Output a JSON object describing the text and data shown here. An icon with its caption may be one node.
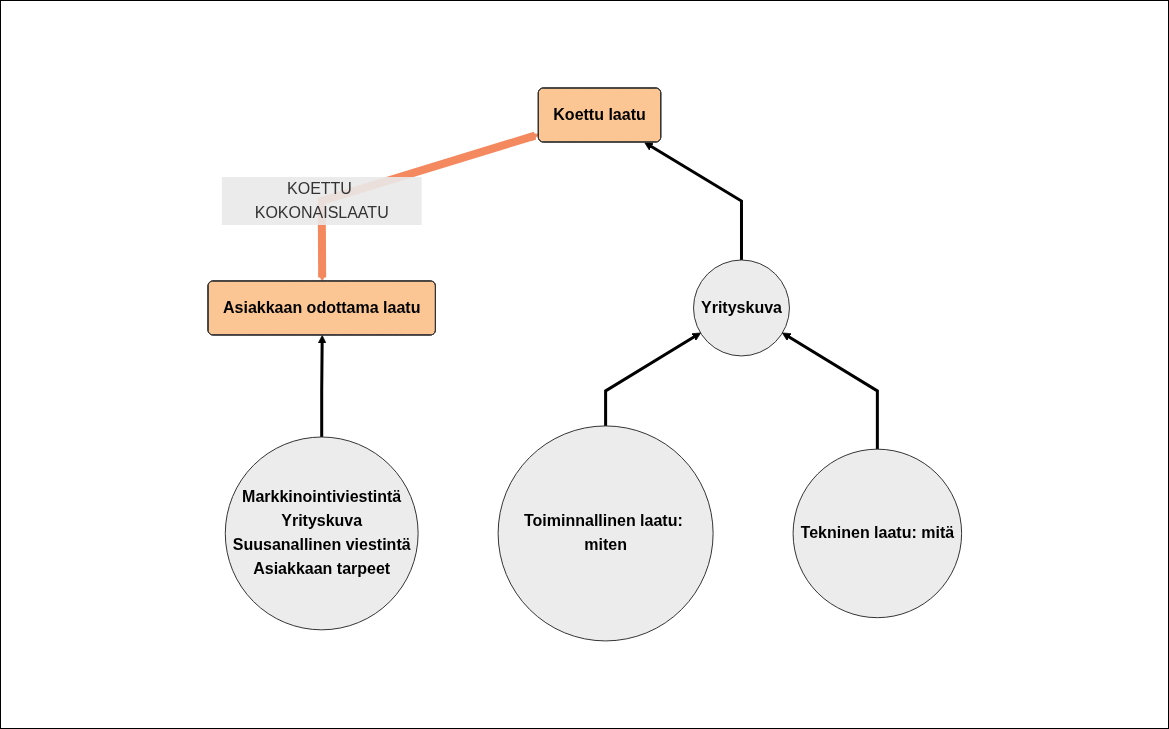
{
  "diagram": {
    "nodes": [
      {
        "text": [
          "Asiakkaan odottama laatu"
        ]
      },
      {
        "text": [
          "Koettu laatu"
        ]
      },
      {
        "text": [
          "Yrityskuva"
        ]
      },
      {
        "text": [
          "Markkinointiviestintä",
          "Yrityskuva",
          "Suusanallinen viestintä",
          "Asiakkaan tarpeet"
        ]
      },
      {
        "text": [
          "Toiminnallinen laatu: miten"
        ]
      },
      {
        "text": [
          "Tekninen laatu: mitä"
        ]
      }
    ],
    "edges": [
      {
        "from": 0,
        "to": 1,
        "arrow": "both",
        "label": "KOETTU KOKONAISLAATU",
        "style": "thick",
        "color": "#f4895f"
      },
      {
        "from": 3,
        "to": 0,
        "arrow": "to"
      },
      {
        "from": 2,
        "to": 1,
        "arrow": "to"
      },
      {
        "from": 4,
        "to": 2,
        "arrow": "to"
      },
      {
        "from": 5,
        "to": 2,
        "arrow": "to"
      }
    ]
  }
}
